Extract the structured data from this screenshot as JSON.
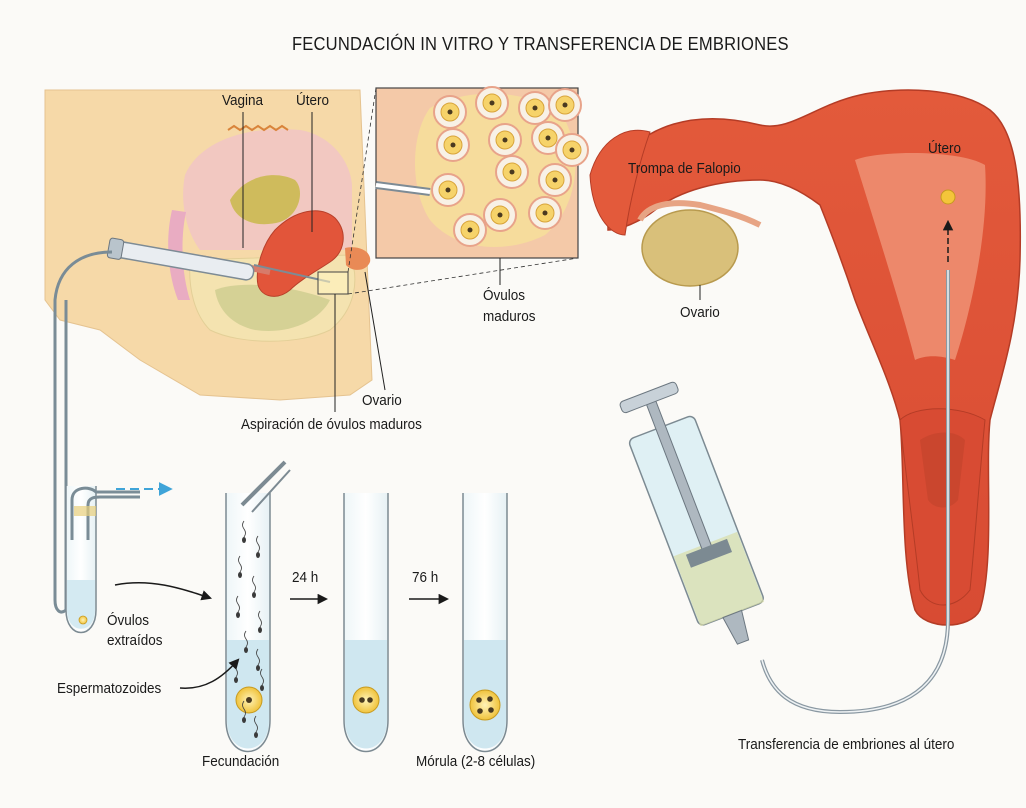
{
  "title": "FECUNDACIÓN IN VITRO Y TRANSFERENCIA DE EMBRIONES",
  "labels": {
    "vagina": "Vagina",
    "utero_left": "Útero",
    "ovulos_maduros_1": "Óvulos",
    "ovulos_maduros_2": "maduros",
    "ovario_left": "Ovario",
    "aspiracion": "Aspiración de óvulos maduros",
    "ovulos_extraidos_1": "Óvulos",
    "ovulos_extraidos_2": "extraídos",
    "espermatozoides": "Espermatozoides",
    "h24": "24 h",
    "h76": "76 h",
    "fecundacion": "Fecundación",
    "morula": "Mórula (2-8 células)",
    "trompa": "Trompa de Falopio",
    "ovario_right": "Ovario",
    "utero_right": "Útero",
    "transferencia": "Transferencia de embriones al útero"
  },
  "colors": {
    "skin": "#f6d7a6",
    "uterus": "#e2553a",
    "uterus_dark": "#c8402a",
    "ovary": "#d9c07a",
    "tube_liquid": "#cfe7f0",
    "egg": "#f2c84a",
    "arrow_blue": "#3fa4d8"
  }
}
